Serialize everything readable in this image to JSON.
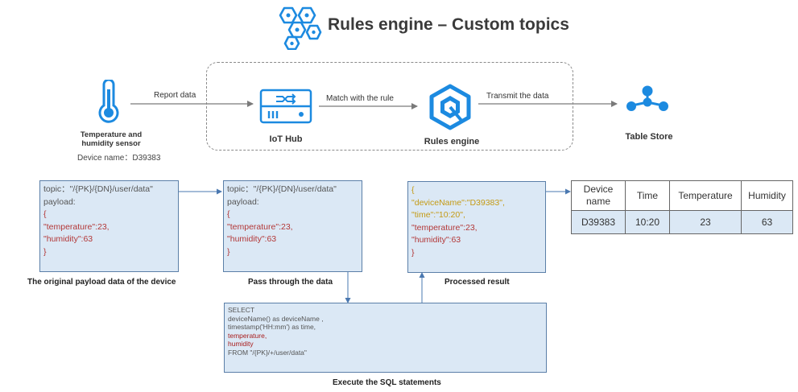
{
  "title": "Rules engine – Custom topics",
  "flow": {
    "report_label": "Report data",
    "match_label": "Match with  the rule",
    "transmit_label": "Transmit the data",
    "sensor_label_1": "Temperature and",
    "sensor_label_2": "humidity sensor",
    "sensor_device": "Device name：D39383",
    "iot_hub_label": "IoT Hub",
    "rules_engine_label": "Rules engine",
    "table_store_label": "Table Store"
  },
  "original_box": {
    "topic": "topic：\"/{PK}/{DN}/user/data\"",
    "payload": "payload:",
    "open": "{",
    "temperature": "\"temperature\":23,",
    "humidity": "\"humidity\":63",
    "close": "}",
    "caption": "The original payload data of the device"
  },
  "pass_box": {
    "topic": "topic：\"/{PK}/{DN}/user/data\"",
    "payload": "payload:",
    "open": "{",
    "temperature": "\"temperature\":23,",
    "humidity": "\"humidity\":63",
    "close": "}",
    "caption": "Pass through the data"
  },
  "result_box": {
    "open": "{",
    "device_name": "\"deviceName\":\"D39383\",",
    "time": "\"time\":\"10:20\",",
    "temperature": "\"temperature\":23,",
    "humidity": "\"humidity\":63",
    "close": "}",
    "caption": "Processed result"
  },
  "sql_box": {
    "line1": "SELECT",
    "line2": "deviceName() as deviceName ,",
    "line3": "timestamp('HH:mm') as time,",
    "line4": "temperature,",
    "line5": "humidity",
    "line6": "FROM \"/{PK}/+/user/data\"",
    "caption": "Execute the SQL statements"
  },
  "table": {
    "headers": [
      "Device name",
      "Time",
      "Temperature",
      "Humidity"
    ],
    "row": [
      "D39383",
      "10:20",
      "23",
      "63"
    ]
  },
  "colors": {
    "icon_blue": "#1c8ae0",
    "box_fill": "#dbe8f5",
    "box_border": "#5b7fa8",
    "value_red": "#b33838",
    "key_yellow": "#c49a14"
  },
  "icons": [
    "hexagon-cluster-icon",
    "thermometer-icon",
    "iot-hub-icon",
    "rules-engine-icon",
    "table-store-icon"
  ]
}
